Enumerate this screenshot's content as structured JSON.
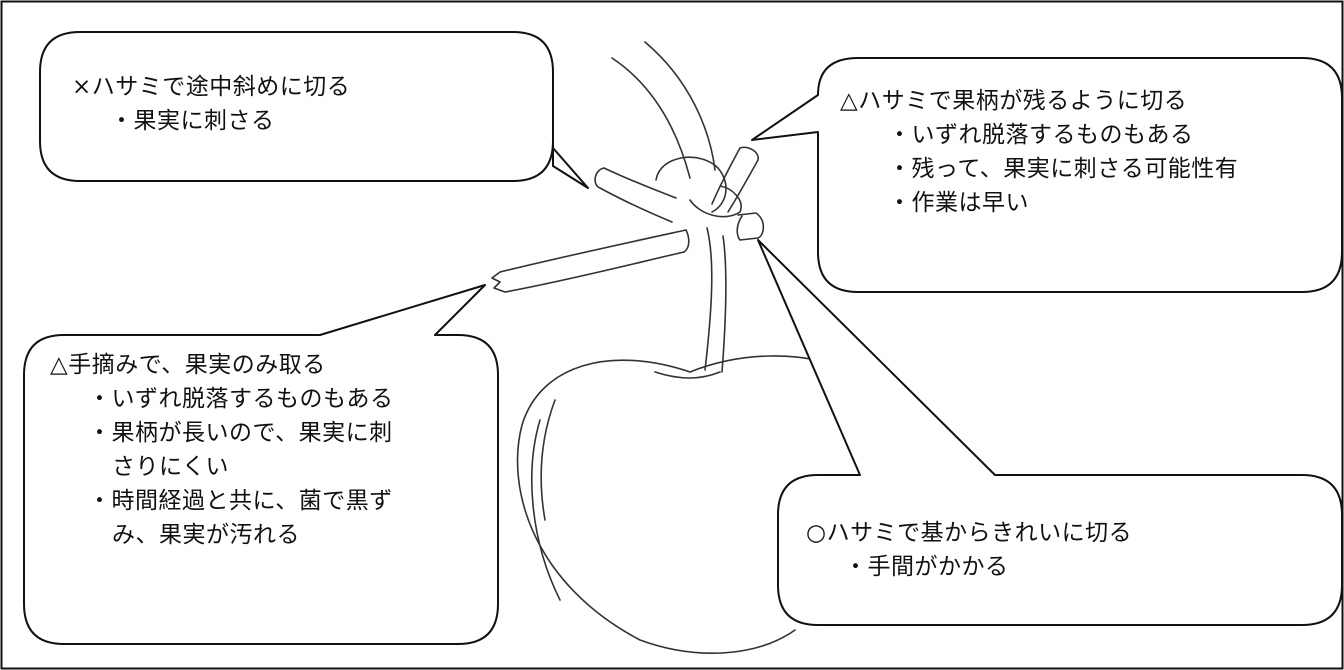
{
  "callouts": [
    {
      "id": "diagonal-cut",
      "heading": "×ハサミで途中斜めに切る",
      "points": [
        "・果実に刺さる"
      ]
    },
    {
      "id": "stem-remains",
      "heading": "△ハサミで果柄が残るように切る",
      "points": [
        "・いずれ脱落するものもある",
        "・残って、果実に刺さる可能性有",
        "・作業は早い"
      ]
    },
    {
      "id": "hand-pick",
      "heading": "△手摘みで、果実のみ取る",
      "points": [
        "・いずれ脱落するものもある",
        "・果柄が長いので、果実に刺",
        "さりにくい",
        "・時間経過と共に、菌で黒ず",
        "み、果実が汚れる"
      ]
    },
    {
      "id": "clean-cut",
      "heading": "○ハサミで基からきれいに切る",
      "points": [
        "・手間がかかる"
      ]
    }
  ],
  "colors": {
    "line": "#111111",
    "sketch": "#333333",
    "background": "#ffffff"
  }
}
